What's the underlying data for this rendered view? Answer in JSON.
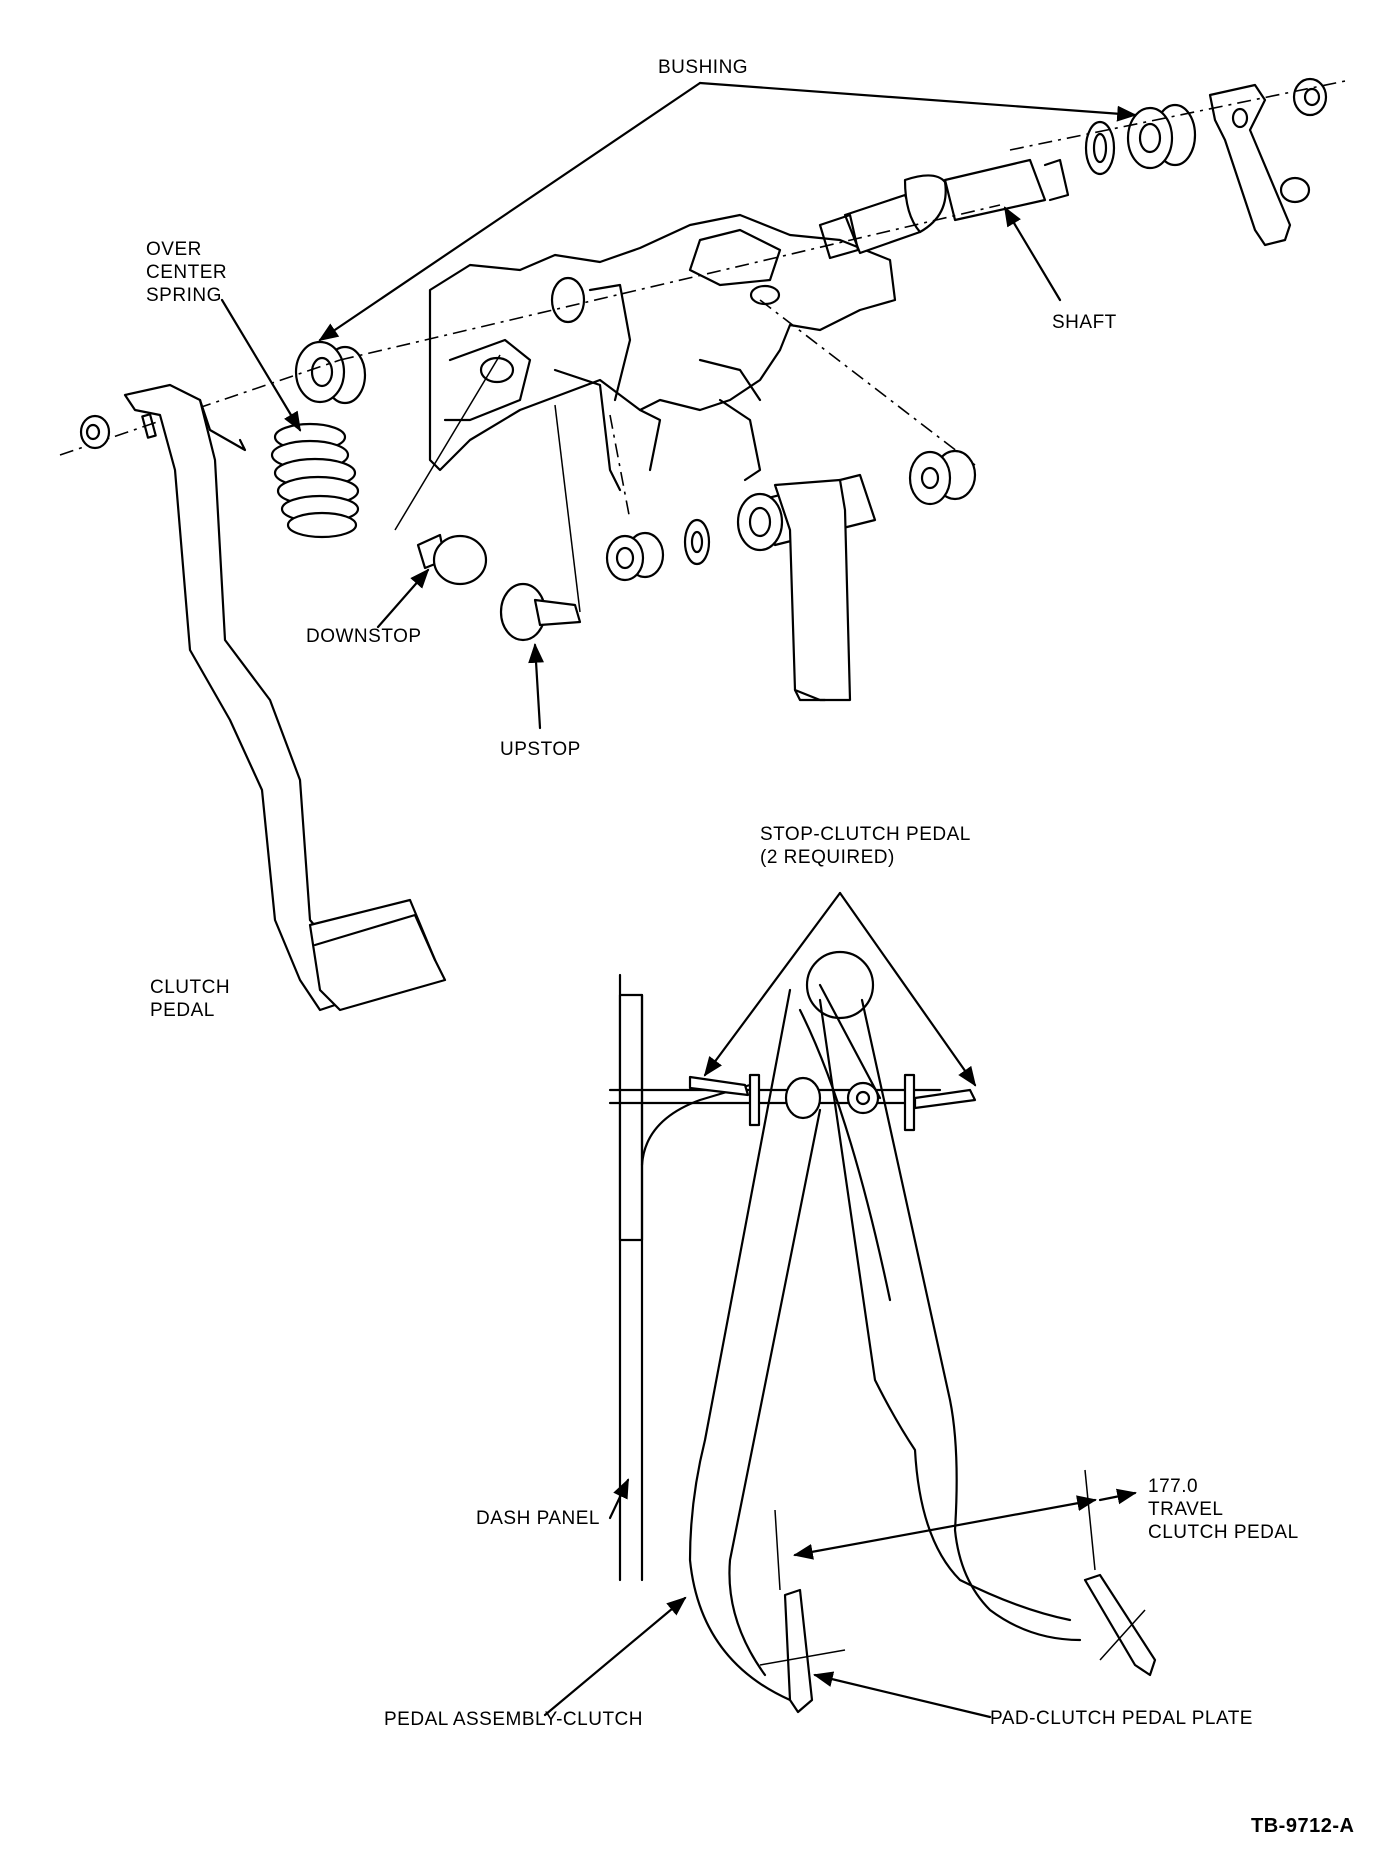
{
  "labels": {
    "bushing": "BUSHING",
    "over_center_spring": "OVER\nCENTER\nSPRING",
    "shaft": "SHAFT",
    "downstop": "DOWNSTOP",
    "upstop": "UPSTOP",
    "clutch_pedal": "CLUTCH\nPEDAL",
    "stop_clutch_pedal": "STOP-CLUTCH PEDAL\n(2 REQUIRED)",
    "dash_panel": "DASH PANEL",
    "travel": "177.0\nTRAVEL\nCLUTCH PEDAL",
    "pedal_assembly": "PEDAL ASSEMBLY-CLUTCH",
    "pad_clutch_pedal_plate": "PAD-CLUTCH PEDAL PLATE",
    "figure_code": "TB-9712-A"
  }
}
